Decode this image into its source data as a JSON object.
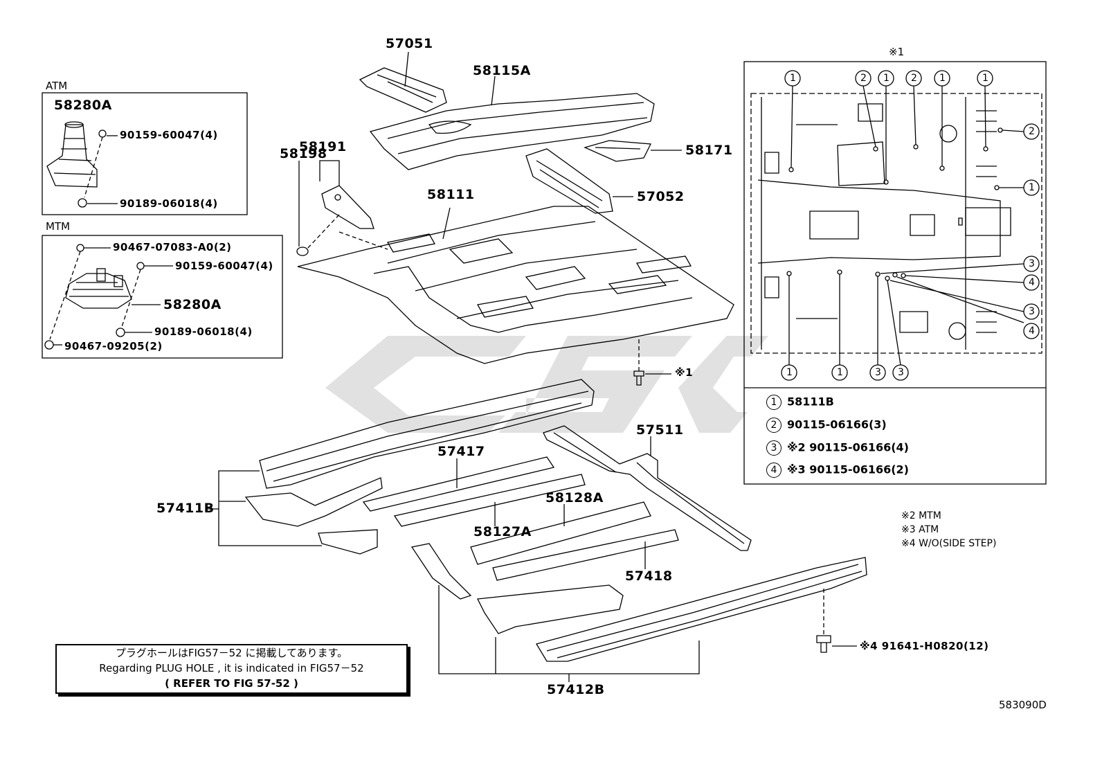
{
  "diagram_code": "583090D",
  "atm_box": {
    "title": "ATM",
    "part": "58280A",
    "screw": "90159-60047(4)",
    "nut": "90189-06018(4)"
  },
  "mtm_box": {
    "title": "MTM",
    "clip_top": "90467-07083-A0(2)",
    "screw": "90159-60047(4)",
    "part": "58280A",
    "nut": "90189-06018(4)",
    "clip_bottom": "90467-09205(2)"
  },
  "parts": {
    "p57051": "57051",
    "p58115A": "58115A",
    "p58191": "58191",
    "p58198": "58198",
    "p58171": "58171",
    "p57052": "57052",
    "p58111": "58111",
    "bolt_ref": "※1",
    "p57511": "57511",
    "p57417": "57417",
    "p57411B": "57411B",
    "p58128A": "58128A",
    "p58127A": "58127A",
    "p57418": "57418",
    "p57412B": "57412B",
    "bolt_side": "※4 91641-H0820(12)"
  },
  "inset": {
    "title": "※1",
    "legend": [
      {
        "num": "1",
        "text": "58111B"
      },
      {
        "num": "2",
        "text": "90115-06166(3)"
      },
      {
        "num": "3",
        "text": "※2 90115-06166(4)"
      },
      {
        "num": "4",
        "text": "※3 90115-06166(2)"
      }
    ],
    "top_markers": [
      "1",
      "2",
      "1",
      "2",
      "1",
      "1"
    ],
    "right_markers": [
      "2",
      "1",
      "3",
      "4",
      "3",
      "4"
    ],
    "bottom_markers": [
      "1",
      "1",
      "3",
      "3"
    ]
  },
  "footnotes": [
    "※2 MTM",
    "※3 ATM",
    "※4 W/O(SIDE STEP)"
  ],
  "note": {
    "line1": "プラグホールはFIG57－52 に掲載してあります。",
    "line2": "Regarding PLUG HOLE , it is indicated in FIG57－52",
    "line3": "(   REFER TO FIG 57-52        )"
  },
  "watermark": "CSFG"
}
